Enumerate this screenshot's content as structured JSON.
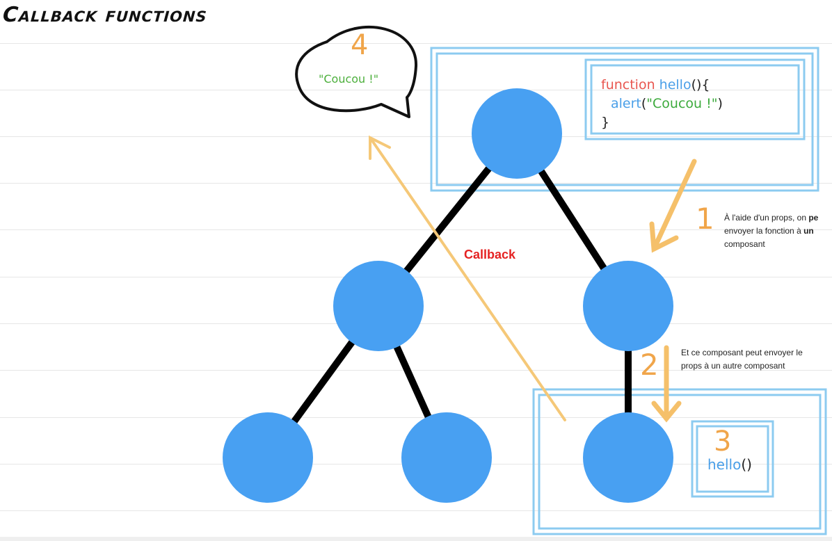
{
  "title": "Callback functions",
  "code": {
    "line1_keyword": "function",
    "line1_name": "hello",
    "line1_rest": "(){",
    "line2_call": "alert",
    "line2_open": "(",
    "line2_string": "\"Coucou !\"",
    "line2_close": ")",
    "line3": "}"
  },
  "bubble": {
    "step": "4",
    "text": "\"Coucou !\""
  },
  "steps": {
    "one": "1",
    "two": "2",
    "three": "3"
  },
  "notes": {
    "note1_line1_a": "À l'aide d'un props, on ",
    "note1_line1_b": "pe",
    "note1_line2_a": "envoyer la fonction à ",
    "note1_line2_b": "un",
    "note1_line3": "composant",
    "note2_line1": "Et ce composant peut envoyer le",
    "note2_line2": "props à un autre composant"
  },
  "callback_label": "Callback",
  "hello_call": {
    "name": "hello",
    "parens": "()"
  },
  "colors": {
    "node": "#48a0f2",
    "edge": "#000000",
    "highlight_box": "#8ccbf0",
    "arrow": "#f5c06a",
    "callback_arrow": "#f5c878",
    "step_number": "#f0a54a"
  }
}
